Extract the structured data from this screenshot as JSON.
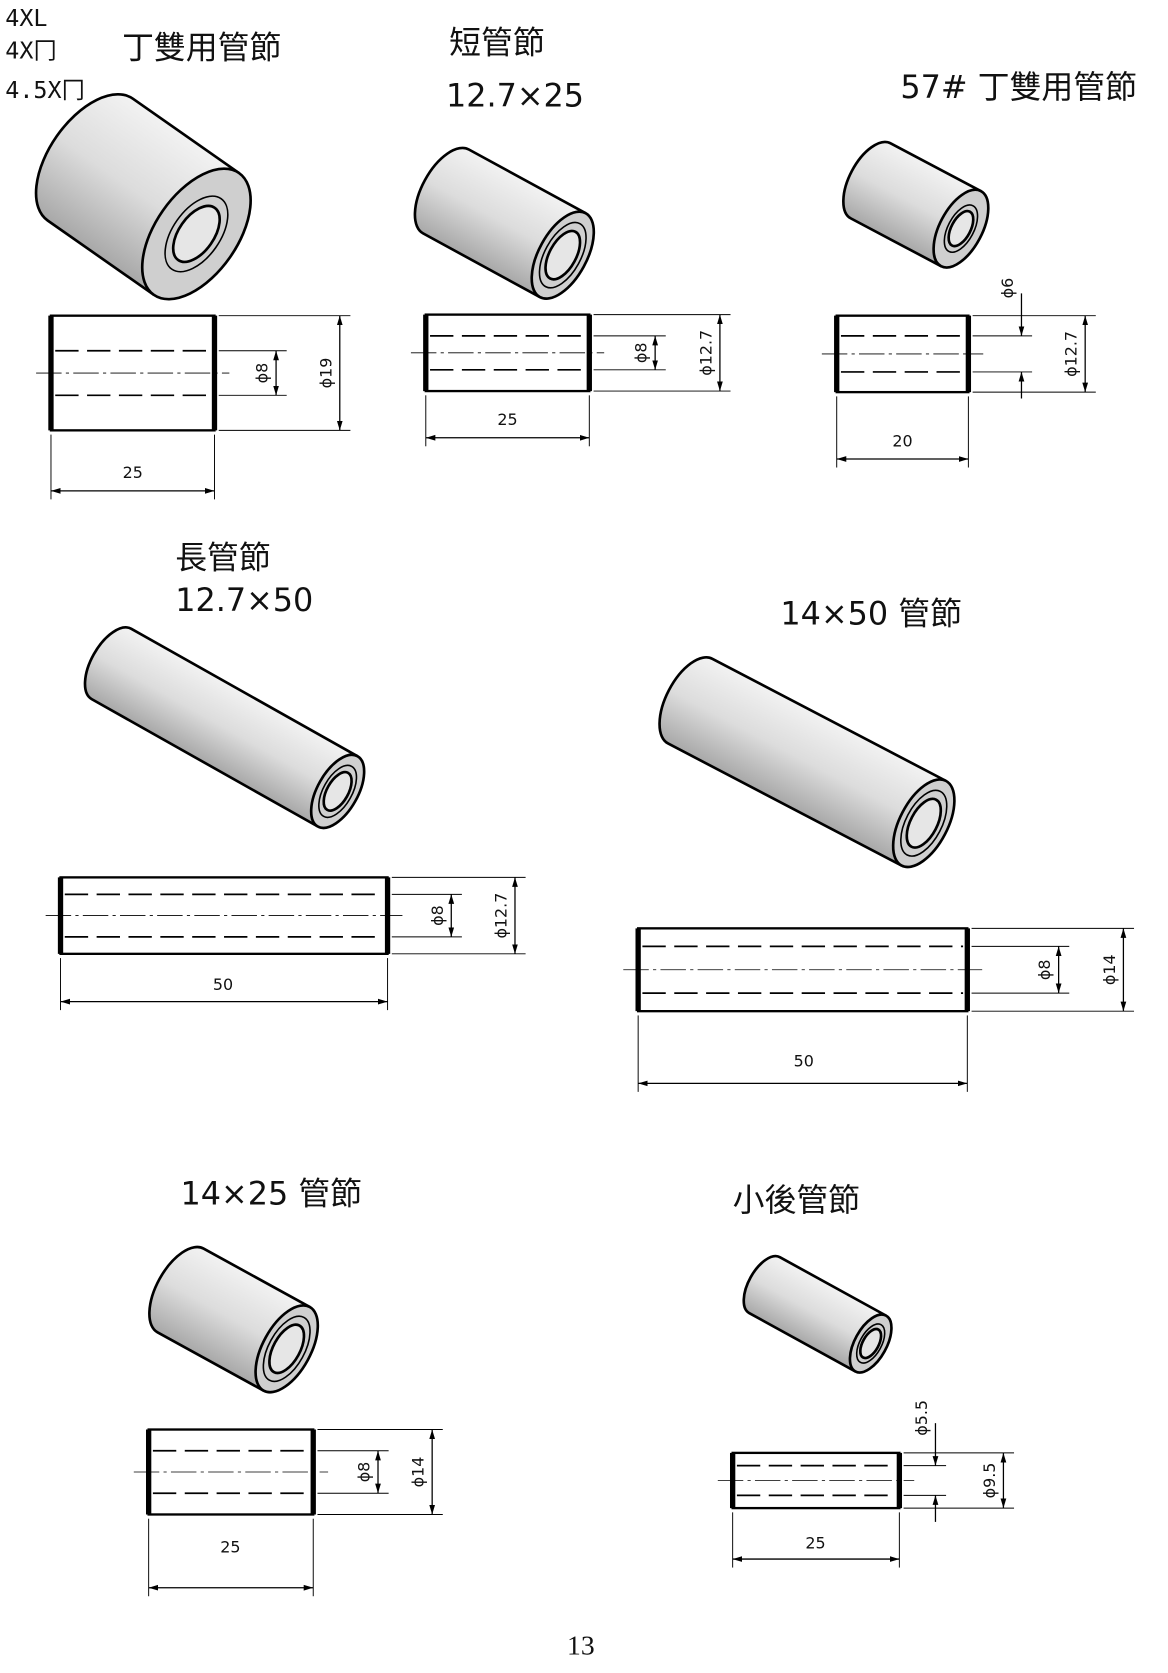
{
  "page_number": "13",
  "parts": [
    {
      "id": "a",
      "codes": [
        "4XL",
        "4X冂",
        "4.5X冂"
      ],
      "title": "丁雙用管節",
      "subtitle": "",
      "inner_dia": "ϕ8",
      "outer_dia": "ϕ19",
      "length": "25"
    },
    {
      "id": "b",
      "title": "短管節",
      "subtitle": "12.7×25",
      "inner_dia": "ϕ8",
      "outer_dia": "ϕ12.7",
      "length": "25"
    },
    {
      "id": "c",
      "title": "57# 丁雙用管節",
      "subtitle": "",
      "inner_dia": "ϕ6",
      "outer_dia": "ϕ12.7",
      "length": "20"
    },
    {
      "id": "d",
      "title": "長管節",
      "subtitle": "12.7×50",
      "inner_dia": "ϕ8",
      "outer_dia": "ϕ12.7",
      "length": "50"
    },
    {
      "id": "e",
      "title": "14×50 管節",
      "subtitle": "",
      "inner_dia": "ϕ8",
      "outer_dia": "ϕ14",
      "length": "50"
    },
    {
      "id": "f",
      "title": "14×25 管節",
      "subtitle": "",
      "inner_dia": "ϕ8",
      "outer_dia": "ϕ14",
      "length": "25"
    },
    {
      "id": "g",
      "title": "小後管節",
      "subtitle": "",
      "inner_dia": "ϕ5.5",
      "outer_dia": "ϕ9.5",
      "length": "25"
    }
  ]
}
